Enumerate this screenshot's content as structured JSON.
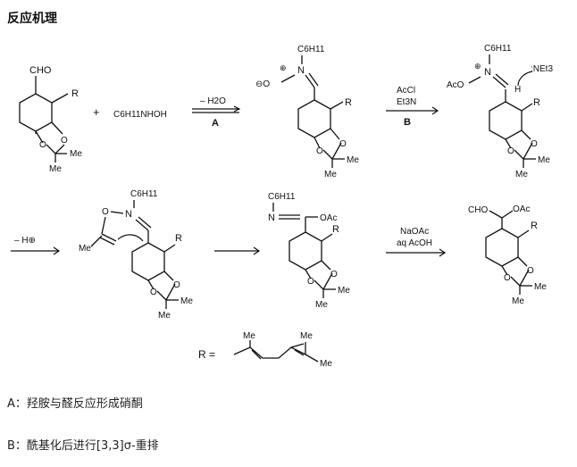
{
  "title": "反应机理",
  "labels": {
    "cho": "CHO",
    "r": "R",
    "o": "O",
    "me": "Me",
    "plus": "+",
    "hydroxylamine": "C6H11NHOH",
    "c6h11": "C6H11",
    "water": "– H2O",
    "stepA": "A",
    "acylating": "AcCl",
    "base": "Et3N",
    "stepB": "B",
    "oac": "OAc",
    "aco": "AcO",
    "net3": ":NEt3",
    "h": "H",
    "n": "N",
    "ncharge": "⊕",
    "ocharge": "⊖O",
    "minusH": "– H⊕",
    "naoac": "NaOAc",
    "acoh": "aq AcOH",
    "r_def": "R ="
  },
  "notes": {
    "a": "A：羟胺与醛反应形成硝酮",
    "b": "B：酰基化后进行[3,3]σ-重排"
  }
}
